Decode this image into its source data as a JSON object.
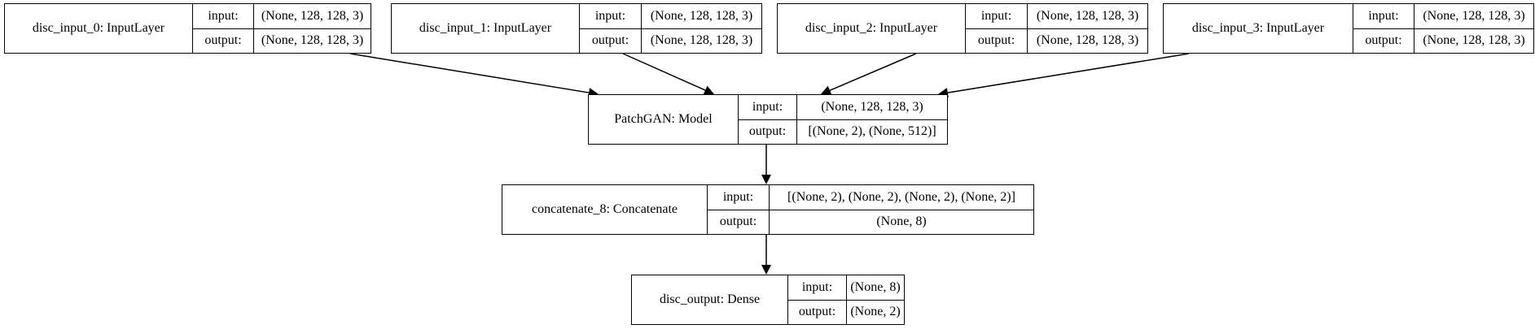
{
  "nodes": [
    {
      "id": "disc_input_0",
      "title": "disc_input_0: InputLayer",
      "input_label": "input:",
      "input": "(None, 128, 128, 3)",
      "output_label": "output:",
      "output": "(None, 128, 128, 3)"
    },
    {
      "id": "disc_input_1",
      "title": "disc_input_1: InputLayer",
      "input_label": "input:",
      "input": "(None, 128, 128, 3)",
      "output_label": "output:",
      "output": "(None, 128, 128, 3)"
    },
    {
      "id": "disc_input_2",
      "title": "disc_input_2: InputLayer",
      "input_label": "input:",
      "input": "(None, 128, 128, 3)",
      "output_label": "output:",
      "output": "(None, 128, 128, 3)"
    },
    {
      "id": "disc_input_3",
      "title": "disc_input_3: InputLayer",
      "input_label": "input:",
      "input": "(None, 128, 128, 3)",
      "output_label": "output:",
      "output": "(None, 128, 128, 3)"
    },
    {
      "id": "patchgan",
      "title": "PatchGAN: Model",
      "input_label": "input:",
      "input": "(None, 128, 128, 3)",
      "output_label": "output:",
      "output": "[(None, 2), (None, 512)]"
    },
    {
      "id": "concatenate_8",
      "title": "concatenate_8: Concatenate",
      "input_label": "input:",
      "input": "[(None, 2), (None, 2), (None, 2), (None, 2)]",
      "output_label": "output:",
      "output": "(None, 8)"
    },
    {
      "id": "disc_output",
      "title": "disc_output: Dense",
      "input_label": "input:",
      "input": "(None, 8)",
      "output_label": "output:",
      "output": "(None, 2)"
    }
  ],
  "edges": [
    {
      "from": "disc_input_0",
      "to": "patchgan"
    },
    {
      "from": "disc_input_1",
      "to": "patchgan"
    },
    {
      "from": "disc_input_2",
      "to": "patchgan"
    },
    {
      "from": "disc_input_3",
      "to": "patchgan"
    },
    {
      "from": "patchgan",
      "to": "concatenate_8"
    },
    {
      "from": "concatenate_8",
      "to": "disc_output"
    }
  ]
}
